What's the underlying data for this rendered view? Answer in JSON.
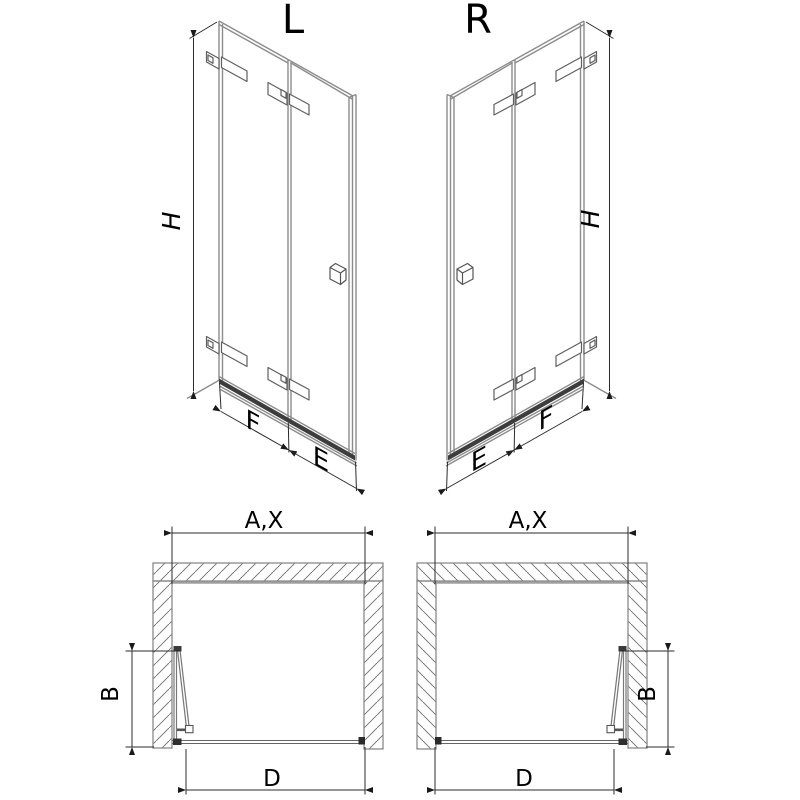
{
  "page": {
    "background_color": "#ffffff",
    "glass_line_color": "#8c8c8c",
    "dimension_color": "#2b2b2b",
    "text_color": "#000000",
    "rail_color": "#3d3d3d"
  },
  "views": {
    "perspective_left": {
      "title": "L",
      "height_label": "H",
      "panel_width_label": "F",
      "fixed_width_label": "E"
    },
    "perspective_right": {
      "title": "R",
      "height_label": "H",
      "panel_width_label": "F",
      "fixed_width_label": "E"
    },
    "plan_left": {
      "opening_width_label": "A,X",
      "fold_depth_label": "B",
      "entry_width_label": "D"
    },
    "plan_right": {
      "opening_width_label": "A,X",
      "fold_depth_label": "B",
      "entry_width_label": "D"
    }
  }
}
